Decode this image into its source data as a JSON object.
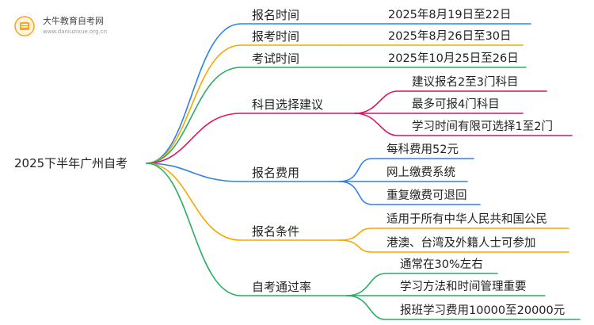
{
  "logo": {
    "name": "大牛教育自考网",
    "url": "www.daniuzixue.org.cn"
  },
  "root": "2025下半年广州自考",
  "branches": [
    {
      "label": "报名时间",
      "color": "#2f80ed",
      "leaves": [
        "2025年8月19日至22日"
      ]
    },
    {
      "label": "报考时间",
      "color": "#f2a900",
      "leaves": [
        "2025年8月26日至30日"
      ]
    },
    {
      "label": "考试时间",
      "color": "#27ae60",
      "leaves": [
        "2025年10月25日至26日"
      ]
    },
    {
      "label": "科目选择建议",
      "color": "#e0115f",
      "leaves": [
        "建议报名2至3门科目",
        "最多可报4门科目",
        "学习时间有限可选择1至2门"
      ]
    },
    {
      "label": "报名费用",
      "color": "#2f80ed",
      "leaves": [
        "每科费用52元",
        "网上缴费系统",
        "重复缴费可退回"
      ]
    },
    {
      "label": "报名条件",
      "color": "#f2a900",
      "leaves": [
        "适用于所有中华人民共和国公民",
        "港澳、台湾及外籍人士可参加"
      ]
    },
    {
      "label": "自考通过率",
      "color": "#27ae60",
      "leaves": [
        "通常在30%左右",
        "学习方法和时间管理重要",
        "报班学习费用10000至20000元"
      ]
    }
  ]
}
